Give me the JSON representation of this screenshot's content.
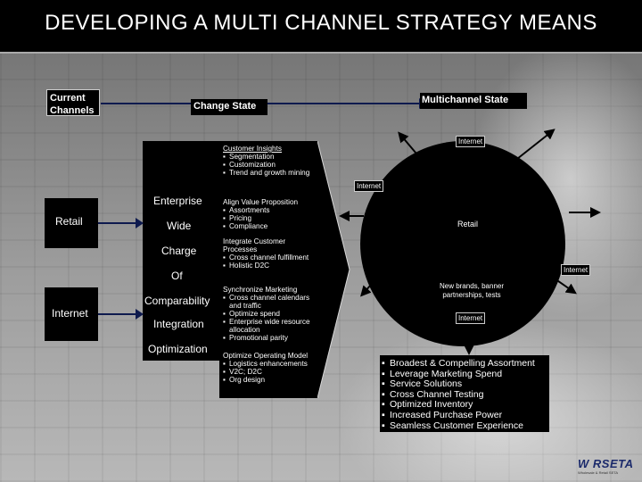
{
  "title": "DEVELOPING A MULTI CHANNEL STRATEGY MEANS",
  "labels": {
    "current_channels": "Current Channels",
    "change_state": "Change State",
    "multichannel_state": "Multichannel State"
  },
  "left_channels": [
    "Retail",
    "Internet"
  ],
  "vertical_words": [
    "Enterprise",
    "Wide",
    "Charge",
    "Of",
    "Comparability",
    "Integration",
    "Optimization"
  ],
  "center_sections": [
    {
      "heading": "Customer Insights",
      "items": [
        "Segmentation",
        "Customization",
        "Trend and growth mining"
      ]
    },
    {
      "heading": "Align Value Proposition",
      "items": [
        "Assortments",
        "Pricing",
        "Compliance"
      ]
    },
    {
      "heading": "Integrate Customer Processes",
      "items": [
        "Cross channel fulfillment",
        "Holistic D2C"
      ]
    },
    {
      "heading": "Synchronize Marketing",
      "items": [
        "Cross channel calendars and traffic",
        "Optimize spend",
        "Enterprise wide resource allocation",
        "Promotional parity"
      ]
    },
    {
      "heading": "Optimize Operating Model",
      "items": [
        "Logistics enhancements",
        "V2C; D2C",
        "Org design"
      ]
    }
  ],
  "circle": {
    "center_label": "Retail",
    "bottom_note": "New brands, banner partnerships, tests",
    "tags": [
      "Internet",
      "Internet",
      "Internet",
      "Internet"
    ]
  },
  "benefits": [
    "Broadest & Compelling Assortment",
    "Leverage Marketing Spend",
    "Service Solutions",
    "Cross Channel Testing",
    "Optimized Inventory",
    "Increased Purchase Power",
    "Seamless Customer Experience"
  ],
  "logo": {
    "text": "W RSETA",
    "tagline": "Wholesale & Retail SETA"
  },
  "colors": {
    "arrow": "#0e1a4e",
    "panel": "#000000"
  }
}
